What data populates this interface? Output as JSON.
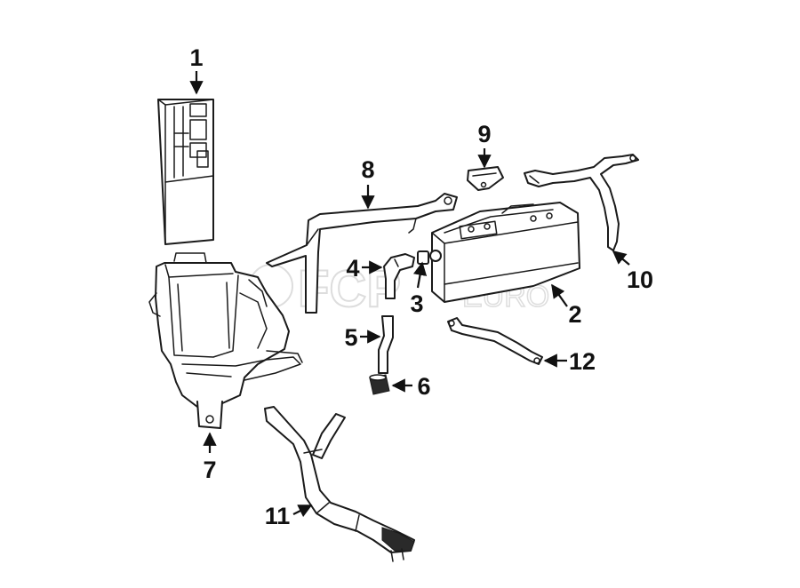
{
  "diagram": {
    "title": "",
    "callouts": [
      {
        "id": "1",
        "label": "1"
      },
      {
        "id": "2",
        "label": "2"
      },
      {
        "id": "3",
        "label": "3"
      },
      {
        "id": "4",
        "label": "4"
      },
      {
        "id": "5",
        "label": "5"
      },
      {
        "id": "6",
        "label": "6"
      },
      {
        "id": "7",
        "label": "7"
      },
      {
        "id": "8",
        "label": "8"
      },
      {
        "id": "9",
        "label": "9"
      },
      {
        "id": "10",
        "label": "10"
      },
      {
        "id": "11",
        "label": "11"
      },
      {
        "id": "12",
        "label": "12"
      }
    ]
  },
  "watermark": {
    "brand": "FCP",
    "suffix": "EURO"
  },
  "colors": {
    "ink": "#1a1a1a",
    "background": "#ffffff",
    "watermark": "#cfcfcf"
  }
}
